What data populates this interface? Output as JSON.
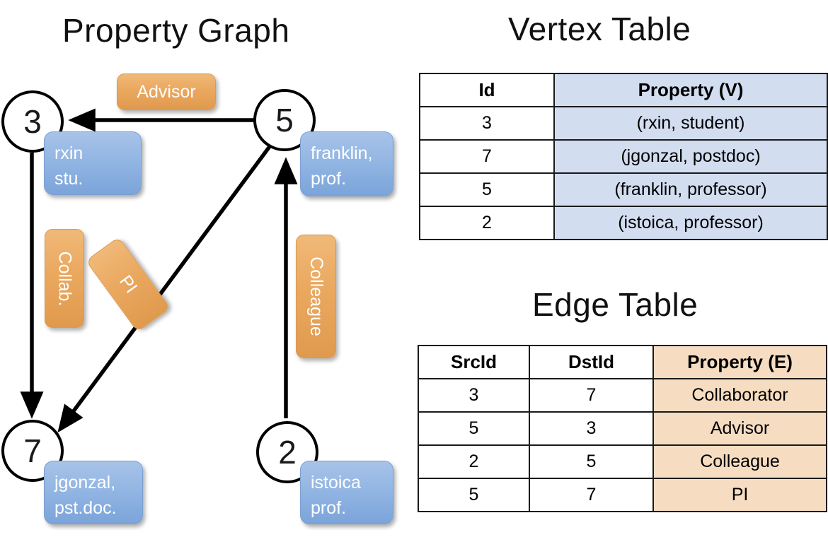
{
  "titles": {
    "property_graph": "Property Graph",
    "vertex_table": "Vertex Table",
    "edge_table": "Edge Table"
  },
  "graph": {
    "nodes": [
      {
        "id": "3",
        "property_line1": "rxin",
        "property_line2": "stu."
      },
      {
        "id": "5",
        "property_line1": "franklin,",
        "property_line2": "prof."
      },
      {
        "id": "7",
        "property_line1": "jgonzal,",
        "property_line2": "pst.doc."
      },
      {
        "id": "2",
        "property_line1": "istoica",
        "property_line2": "prof."
      }
    ],
    "edge_labels": [
      {
        "key": "advisor",
        "label": "Advisor"
      },
      {
        "key": "collab",
        "label": "Collab."
      },
      {
        "key": "pi",
        "label": "PI"
      },
      {
        "key": "colleague",
        "label": "Colleague"
      }
    ]
  },
  "vertex_table": {
    "headers": [
      "Id",
      "Property (V)"
    ],
    "rows": [
      [
        "3",
        "(rxin, student)"
      ],
      [
        "7",
        "(jgonzal, postdoc)"
      ],
      [
        "5",
        "(franklin, professor)"
      ],
      [
        "2",
        "(istoica, professor)"
      ]
    ]
  },
  "edge_table": {
    "headers": [
      "SrcId",
      "DstId",
      "Property (E)"
    ],
    "rows": [
      [
        "3",
        "7",
        "Collaborator"
      ],
      [
        "5",
        "3",
        "Advisor"
      ],
      [
        "2",
        "5",
        "Colleague"
      ],
      [
        "5",
        "7",
        "PI"
      ]
    ]
  },
  "colors": {
    "vertex_property_fill": "#d2ddf0",
    "edge_property_fill": "#f6ddc2",
    "node_box_blue": "#8fb2e0",
    "edge_label_orange": "#eaa85f",
    "stroke": "#000000"
  }
}
